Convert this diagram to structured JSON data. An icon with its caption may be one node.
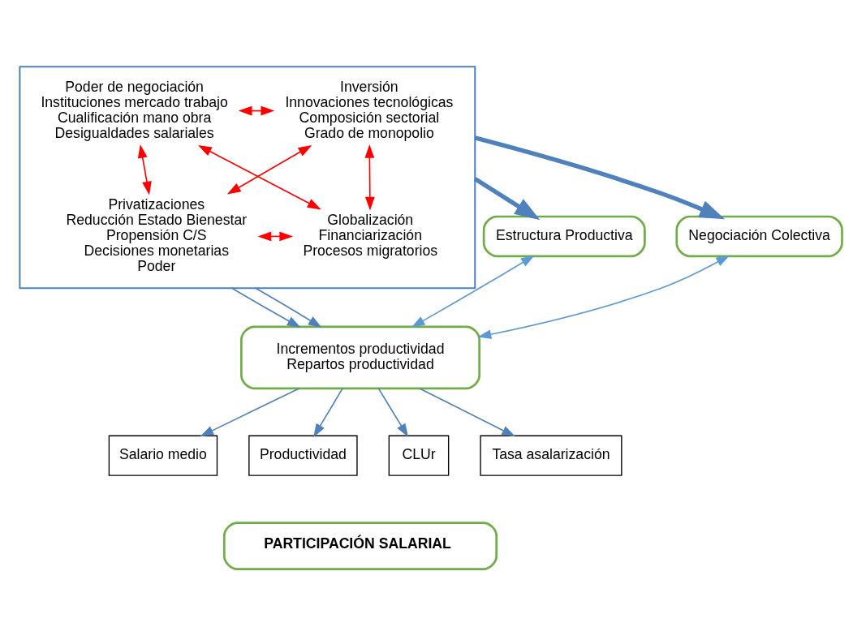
{
  "diagram": {
    "nodes": [
      {
        "text": [],
        "shape": "box"
      },
      {
        "text": [
          "Inversión",
          "Innovaciones tecnológicas",
          "Composición sectorial",
          "Grado de monopolio"
        ],
        "in": 0
      },
      {
        "text": [
          "Poder de negociación",
          "Instituciones mercado trabajo",
          "Cualificación mano obra",
          "Desigualdades salariales"
        ],
        "in": 0
      },
      {
        "text": [
          "Globalización",
          "Financiarización",
          "Procesos migratorios"
        ],
        "in": 0
      },
      {
        "text": [
          "Privatizaciones",
          "Reducción Estado Bienestar",
          "Propensión C/S",
          "Decisiones monetarias",
          "Poder"
        ],
        "in": 0
      },
      {
        "text": [
          "Estructura Productiva"
        ]
      },
      {
        "text": [
          "Negociación Colectiva"
        ]
      },
      {
        "text": [
          "Incrementos productividad",
          "Repartos productividad"
        ]
      },
      {
        "text": [
          "Salario medio"
        ]
      },
      {
        "text": [
          "Productividad"
        ]
      },
      {
        "text": [
          "CLUr"
        ]
      },
      {
        "text": [
          "Tasa asalarización"
        ]
      },
      {
        "text": [
          "PARTICIPACIÓN SALARIAL"
        ]
      }
    ],
    "edges": [
      {
        "from": 1,
        "to": 2,
        "arrow": "both",
        "color": "#ff0000"
      },
      {
        "from": 3,
        "to": 4,
        "arrow": "both",
        "color": "#ff0000"
      },
      {
        "from": 1,
        "to": 3,
        "arrow": "both",
        "color": "#ff0000"
      },
      {
        "from": 2,
        "to": 4,
        "arrow": "both",
        "color": "#ff0000"
      },
      {
        "from": 1,
        "to": 4,
        "arrow": "both",
        "color": "#ff0000"
      },
      {
        "from": 2,
        "to": 3,
        "arrow": "both",
        "color": "#ff0000"
      },
      {
        "from": 0,
        "to": 5,
        "arrow": "to",
        "style": "thick",
        "color": "#4f81bd"
      },
      {
        "from": 0,
        "to": 6,
        "arrow": "to",
        "style": "thick",
        "color": "#4f81bd"
      },
      {
        "from": 0,
        "to": 7,
        "arrow": "to",
        "color": "#4f81bd"
      },
      {
        "from": 0,
        "to": 7,
        "arrow": "to",
        "color": "#4f81bd"
      },
      {
        "from": 5,
        "to": 7,
        "arrow": "both",
        "color": "#5b9bd5"
      },
      {
        "from": 6,
        "to": 7,
        "arrow": "both",
        "color": "#5b9bd5"
      },
      {
        "from": 7,
        "to": 8,
        "arrow": "to",
        "color": "#4f81bd"
      },
      {
        "from": 7,
        "to": 9,
        "arrow": "to",
        "color": "#4f81bd"
      },
      {
        "from": 7,
        "to": 10,
        "arrow": "to",
        "color": "#4f81bd"
      },
      {
        "from": 7,
        "to": 11,
        "arrow": "to",
        "color": "#4f81bd"
      }
    ]
  }
}
